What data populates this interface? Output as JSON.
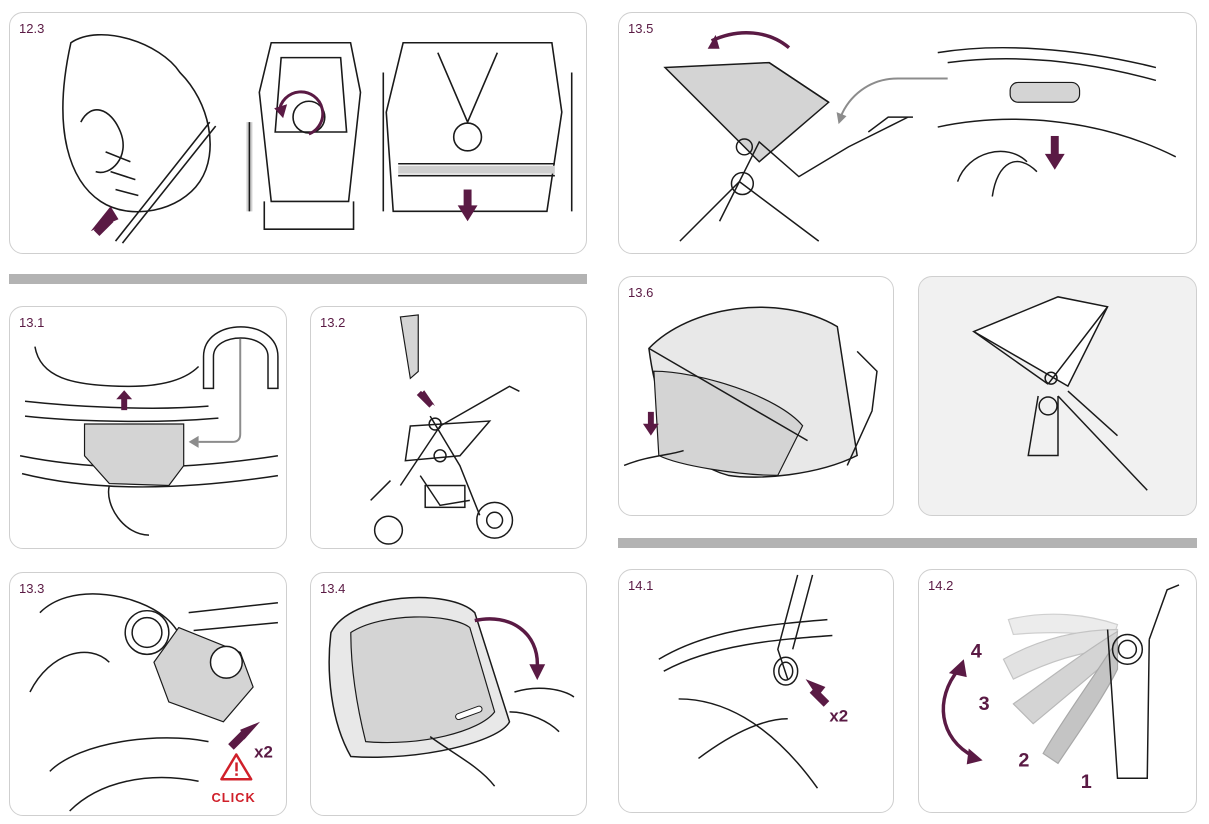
{
  "steps": {
    "s12_3": "12.3",
    "s13_1": "13.1",
    "s13_2": "13.2",
    "s13_3": "13.3",
    "s13_4": "13.4",
    "s13_5": "13.5",
    "s13_6": "13.6",
    "s14_1": "14.1",
    "s14_2": "14.2"
  },
  "labels": {
    "x2_a": "x2",
    "click": "CLICK",
    "x2_b": "x2",
    "pos1": "1",
    "pos2": "2",
    "pos3": "3",
    "pos4": "4"
  },
  "colors": {
    "accent": "#5a1a44",
    "warning": "#d0202a",
    "fabric": "#d4d4d4",
    "divider": "#b3b3b3",
    "line": "#1a1a1a"
  }
}
